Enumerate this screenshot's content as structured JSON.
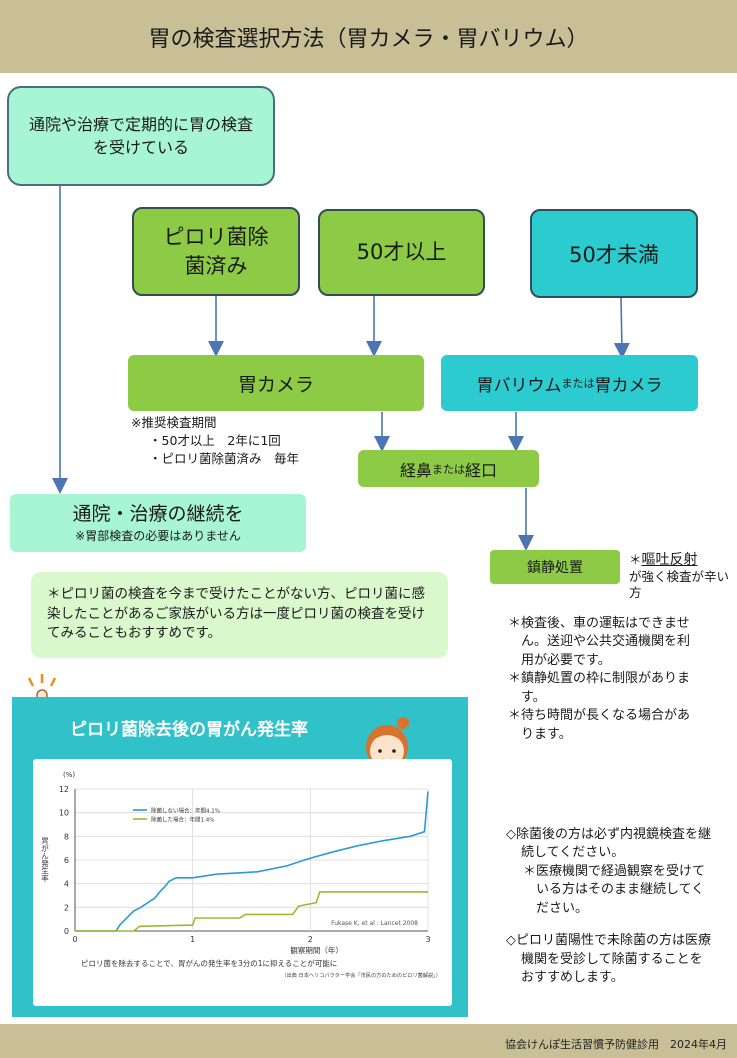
{
  "header": {
    "title": "胃の検査選択方法（胃カメラ・胃バリウム）"
  },
  "flow": {
    "regular_visit": "通院や治療で定期的に胃の検査を受けている",
    "pylori_done": "ピロリ菌除菌済み",
    "age_50_over": "50才以上",
    "age_under_50": "50才未満",
    "gastroscopy": "胃カメラ",
    "barium_or_camera": {
      "barium": "胃バリウム",
      "or": "または",
      "camera": "胃カメラ"
    },
    "recommended_interval": {
      "title": "※推奨検査期間",
      "line1": "・50才以上　2年に1回",
      "line2": "・ピロリ菌除菌済み　毎年"
    },
    "route": {
      "nasal": "経鼻",
      "or": "または",
      "oral": "経口"
    },
    "continue": {
      "main": "通院・治療の継続を",
      "sub": "※胃部検査の必要はありません"
    },
    "sedation": "鎮静処置",
    "gag_reflex": {
      "star": "＊",
      "term": "嘔吐反射",
      "rest": "が強く検査が辛い方"
    }
  },
  "recommendation": "＊ピロリ菌の検査を今まで受けたことがない方、ピロリ菌に感染したことがあるご家族がいる方は一度ピロリ菌の検査を受けてみることもおすすめです。",
  "sedation_notes": [
    "＊検査後、車の運転はできません。送迎や公共交通機関を利用が必要です。",
    "＊鎮静処置の枠に制限があります。",
    "＊待ち時間が長くなる場合があります。"
  ],
  "advice": {
    "item1": "◇除菌後の方は必ず内視鏡検査を継続してください。",
    "item1_sub": "＊医療機関で経過観察を受けている方はそのまま継続してください。",
    "item2": "◇ピロリ菌陽性で未除菌の方は医療機関を受診して除菌することをおすすめします。"
  },
  "panel": {
    "title": "ピロリ菌除去後の胃がん発生率",
    "caption": "ピロリ菌を除去することで、胃がんの発生率を3分の1に抑えることが可能に",
    "source": "（出典 日本ヘリコバクター学会「市民の方のためのピロリ菌解説」）",
    "citation": "Fukase K, et al : Lancet 2008"
  },
  "footer": {
    "text": "協会けんぽ生活習慣予防健診用　2024年4月"
  },
  "colors": {
    "header": "#c8bf96",
    "green": "#8dca46",
    "teal": "#2ccbd0",
    "mint": "#a8f5d3",
    "blue_line": "#2b9ad6",
    "olive_line": "#9cbb2c"
  },
  "chart_data": {
    "type": "line",
    "ylabel": "胃がん発生率",
    "yunit": "(%)",
    "xlabel": "観察期間（年）",
    "xlim": [
      0,
      3
    ],
    "ylim": [
      0,
      12
    ],
    "xticks": [
      0,
      1,
      2,
      3
    ],
    "yticks": [
      0,
      2,
      4,
      6,
      8,
      10,
      12
    ],
    "grid": true,
    "legend": "top-left",
    "series": [
      {
        "name": "除菌しない場合：年間4.1%",
        "color": "#2b9ad6",
        "points": [
          [
            0,
            0
          ],
          [
            0.35,
            0
          ],
          [
            0.38,
            0.5
          ],
          [
            0.42,
            0.9
          ],
          [
            0.46,
            1.3
          ],
          [
            0.5,
            1.7
          ],
          [
            0.56,
            2.0
          ],
          [
            0.62,
            2.4
          ],
          [
            0.68,
            2.8
          ],
          [
            0.72,
            3.3
          ],
          [
            0.76,
            3.7
          ],
          [
            0.8,
            4.2
          ],
          [
            0.86,
            4.5
          ],
          [
            1.0,
            4.5
          ],
          [
            1.2,
            4.8
          ],
          [
            1.55,
            5.0
          ],
          [
            1.8,
            5.5
          ],
          [
            1.95,
            6.0
          ],
          [
            2.05,
            6.3
          ],
          [
            2.2,
            6.7
          ],
          [
            2.4,
            7.2
          ],
          [
            2.6,
            7.6
          ],
          [
            2.85,
            8.0
          ],
          [
            2.97,
            8.4
          ],
          [
            3.0,
            11.8
          ]
        ]
      },
      {
        "name": "除菌した場合：年間1.4%",
        "color": "#9cbb2c",
        "points": [
          [
            0,
            0
          ],
          [
            0.5,
            0
          ],
          [
            0.55,
            0.4
          ],
          [
            1.0,
            0.5
          ],
          [
            1.02,
            1.1
          ],
          [
            1.4,
            1.1
          ],
          [
            1.45,
            1.4
          ],
          [
            1.85,
            1.4
          ],
          [
            1.9,
            2.1
          ],
          [
            2.05,
            2.4
          ],
          [
            2.08,
            3.3
          ],
          [
            3.0,
            3.3
          ]
        ]
      }
    ]
  }
}
